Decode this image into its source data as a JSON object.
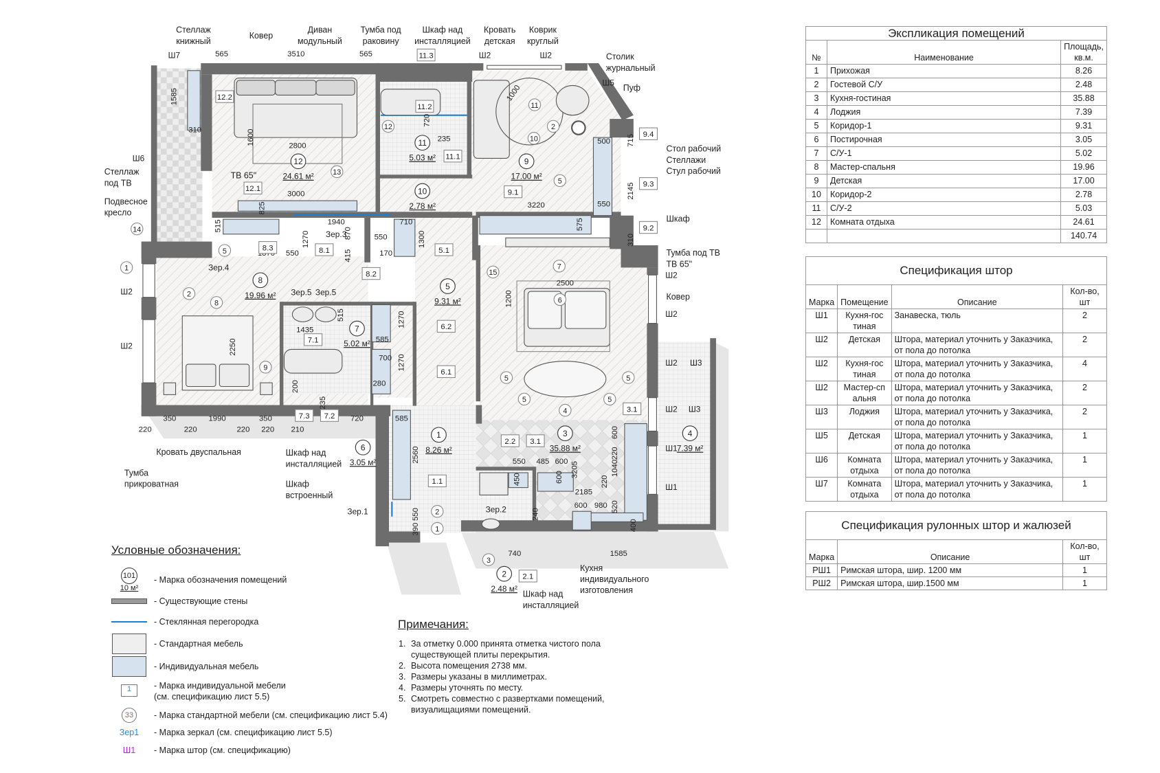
{
  "explication": {
    "title": "Экспликация помещений",
    "headers": {
      "num": "№",
      "name": "Наименование",
      "area": "Площадь, кв.м."
    },
    "rows": [
      {
        "num": "1",
        "name": "Прихожая",
        "area": "8.26"
      },
      {
        "num": "2",
        "name": "Гостевой С/У",
        "area": "2.48"
      },
      {
        "num": "3",
        "name": "Кухня-гостиная",
        "area": "35.88"
      },
      {
        "num": "4",
        "name": "Лоджия",
        "area": "7.39"
      },
      {
        "num": "5",
        "name": "Коридор-1",
        "area": "9.31"
      },
      {
        "num": "6",
        "name": "Постирочная",
        "area": "3.05"
      },
      {
        "num": "7",
        "name": "С/У-1",
        "area": "5.02"
      },
      {
        "num": "8",
        "name": "Мастер-спальня",
        "area": "19.96"
      },
      {
        "num": "9",
        "name": "Детская",
        "area": "17.00"
      },
      {
        "num": "10",
        "name": "Коридор-2",
        "area": "2.78"
      },
      {
        "num": "11",
        "name": "С/У-2",
        "area": "5.03"
      },
      {
        "num": "12",
        "name": "Комната отдыха",
        "area": "24.61"
      }
    ],
    "total": "140.74"
  },
  "curtains": {
    "title": "Спецификация штор",
    "headers": {
      "mark": "Марка",
      "room": "Помещение",
      "desc": "Описание",
      "qty": "Кол-во, шт"
    },
    "rows": [
      {
        "mark": "Ш1",
        "room": "Кухня-гос тиная",
        "desc": "Занавеска, тюль",
        "qty": "2"
      },
      {
        "mark": "Ш2",
        "room": "Детская",
        "desc": "Штора, материал уточнить у Заказчика, от пола до потолка",
        "qty": "2"
      },
      {
        "mark": "Ш2",
        "room": "Кухня-гос тиная",
        "desc": "Штора, материал уточнить у Заказчика, от пола до потолка",
        "qty": "4"
      },
      {
        "mark": "Ш2",
        "room": "Мастер-сп альня",
        "desc": "Штора, материал уточнить у Заказчика, от пола до потолка",
        "qty": "2"
      },
      {
        "mark": "Ш3",
        "room": "Лоджия",
        "desc": "Штора, материал уточнить у Заказчика, от пола до потолка",
        "qty": "2"
      },
      {
        "mark": "Ш5",
        "room": "Детская",
        "desc": "Штора, материал уточнить у Заказчика, от пола до потолка",
        "qty": "1"
      },
      {
        "mark": "Ш6",
        "room": "Комната отдыха",
        "desc": "Штора, материал уточнить у Заказчика, от пола до потолка",
        "qty": "1"
      },
      {
        "mark": "Ш7",
        "room": "Комната отдыха",
        "desc": "Штора, материал уточнить у Заказчика, от пола до потолка",
        "qty": "1"
      }
    ]
  },
  "roller": {
    "title": "Спецификация рулонных штор и жалюзей",
    "headers": {
      "mark": "Марка",
      "desc": "Описание",
      "qty": "Кол-во, шт"
    },
    "rows": [
      {
        "mark": "РШ1",
        "desc": "Римская штора, шир. 1200 мм",
        "qty": "1"
      },
      {
        "mark": "РШ2",
        "desc": "Римская штора, шир.1500 мм",
        "qty": "1"
      }
    ]
  },
  "legend": {
    "title": "Условные обозначения:",
    "room_mark_sample": {
      "num": "101",
      "area": "10 м²"
    },
    "furniture_tag_sample": "1",
    "std_mark_sample": "33",
    "mirror_sample": "Зер1",
    "curtain_sample": "Ш1",
    "items": [
      "- Марка обозначения помещений",
      "- Существующие стены",
      "- Стеклянная перегородка",
      "- Стандартная мебель",
      "- Индивидуальная мебель",
      "- Марка индивидуальной мебели (см. спецификацию лист 5.5)",
      "- Марка стандартной мебели (см. спецификацию лист 5.4)",
      "- Марка зеркал (см. спецификацию лист 5.5)",
      "- Марка штор (см. спецификацию)"
    ]
  },
  "notes": {
    "title": "Примечания:",
    "items": [
      "За отметку 0.000 принята отметка чистого пола существующей плиты перекрытия.",
      "Высота помещения 2738 мм.",
      "Размеры указаны в миллиметрах.",
      "Размеры уточнять по месту.",
      "Смотреть совместно с развертками помещений, визуалищациями помещений."
    ]
  },
  "plan": {
    "rooms": [
      {
        "num": "1",
        "area": "8.26 м²"
      },
      {
        "num": "2",
        "area": "2.48 м²"
      },
      {
        "num": "3",
        "area": "35.88 м²"
      },
      {
        "num": "4",
        "area": "7.39 м²"
      },
      {
        "num": "5",
        "area": "9.31 м²"
      },
      {
        "num": "6",
        "area": "3.05 м²"
      },
      {
        "num": "7",
        "area": "5.02 м²"
      },
      {
        "num": "8",
        "area": "19.96 м²"
      },
      {
        "num": "9",
        "area": "17.00 м²"
      },
      {
        "num": "10",
        "area": "2.78 м²"
      },
      {
        "num": "11",
        "area": "5.03 м²"
      },
      {
        "num": "12",
        "area": "24.61 м²"
      }
    ],
    "callouts": [
      [
        "Стеллаж",
        "книжный"
      ],
      [
        "Ковер"
      ],
      [
        "Диван",
        "модульный"
      ],
      [
        "Тумба под",
        "раковину"
      ],
      [
        "Шкаф над",
        "инсталляцией"
      ],
      [
        "Кровать",
        "детская"
      ],
      [
        "Коврик",
        "круглый"
      ],
      [
        "Столик",
        "журнальный"
      ],
      [
        "Пуф"
      ],
      [
        "Стол рабочий",
        "Стеллажи",
        "Стул рабочий"
      ],
      [
        "Шкаф"
      ],
      [
        "Тумба под ТВ",
        "ТВ 65\""
      ],
      [
        "Ковер"
      ],
      [
        "Стеллаж",
        "под ТВ"
      ],
      [
        "Подвесное",
        "кресло"
      ],
      [
        "ТВ 65\""
      ],
      [
        "Кровать двуспальная"
      ],
      [
        "Тумба",
        "прикроватная"
      ],
      [
        "Шкаф над",
        "инсталляцией"
      ],
      [
        "Шкаф",
        "встроенный"
      ],
      [
        "Шкаф над",
        "инсталляцией"
      ],
      [
        "Кухня",
        "индивидуального",
        "изготовления"
      ]
    ],
    "dims": [
      "565",
      "3510",
      "565",
      "1585",
      "310",
      "1600",
      "2800",
      "3000",
      "825",
      "1940",
      "515",
      "870",
      "1270",
      "710",
      "550",
      "1300",
      "1870",
      "550",
      "415",
      "170",
      "1435",
      "515",
      "585",
      "700",
      "1270",
      "1270",
      "280",
      "200",
      "235",
      "2250",
      "350",
      "1990",
      "350",
      "220",
      "220",
      "220",
      "220",
      "210",
      "720",
      "585",
      "2560",
      "550",
      "390",
      "720",
      "235",
      "1000",
      "3220",
      "500",
      "715",
      "2145",
      "550",
      "575",
      "310",
      "2500",
      "1200",
      "550",
      "485",
      "600",
      "450",
      "600",
      "2185",
      "600",
      "980",
      "3205",
      "600",
      "220",
      "1040",
      "220",
      "520",
      "400",
      "740",
      "1585",
      "240"
    ],
    "furniture_tags": [
      "12.2",
      "12.1",
      "11.3",
      "11.2",
      "11.1",
      "9.4",
      "9.3",
      "9.2",
      "9.1",
      "8.3",
      "8.1",
      "8.2",
      "5.1",
      "6.2",
      "6.1",
      "7.1",
      "7.3",
      "7.2",
      "3.1",
      "2.2",
      "3.1",
      "1.1",
      "2.1"
    ],
    "std_marks": [
      "13",
      "12",
      "11",
      "10",
      "2",
      "5",
      "14",
      "5",
      "1",
      "2",
      "8",
      "9",
      "15",
      "7",
      "6",
      "5",
      "5",
      "5",
      "5",
      "4",
      "2",
      "1",
      "3"
    ],
    "curtain_marks": [
      "Ш7",
      "Ш2",
      "Ш2",
      "Ш5",
      "Ш6",
      "Ш2",
      "Ш2",
      "Ш2",
      "Ш2",
      "Ш2",
      "Ш3",
      "Ш2",
      "Ш3",
      "Ш1",
      "Ш1"
    ],
    "mirror_marks": [
      "Зер.3",
      "Зер.4",
      "Зер.5",
      "Зер.5",
      "Зер.1",
      "Зер.2"
    ]
  },
  "colors": {
    "wall": "#6d6d6d",
    "custom_furniture": "#d6e3ee",
    "std_furniture": "#efefef",
    "glass": "#1a7fd6",
    "curtain_mark": "#b42be0",
    "mirror_mark": "#1a8fe0",
    "tag": "#4a86b8"
  }
}
